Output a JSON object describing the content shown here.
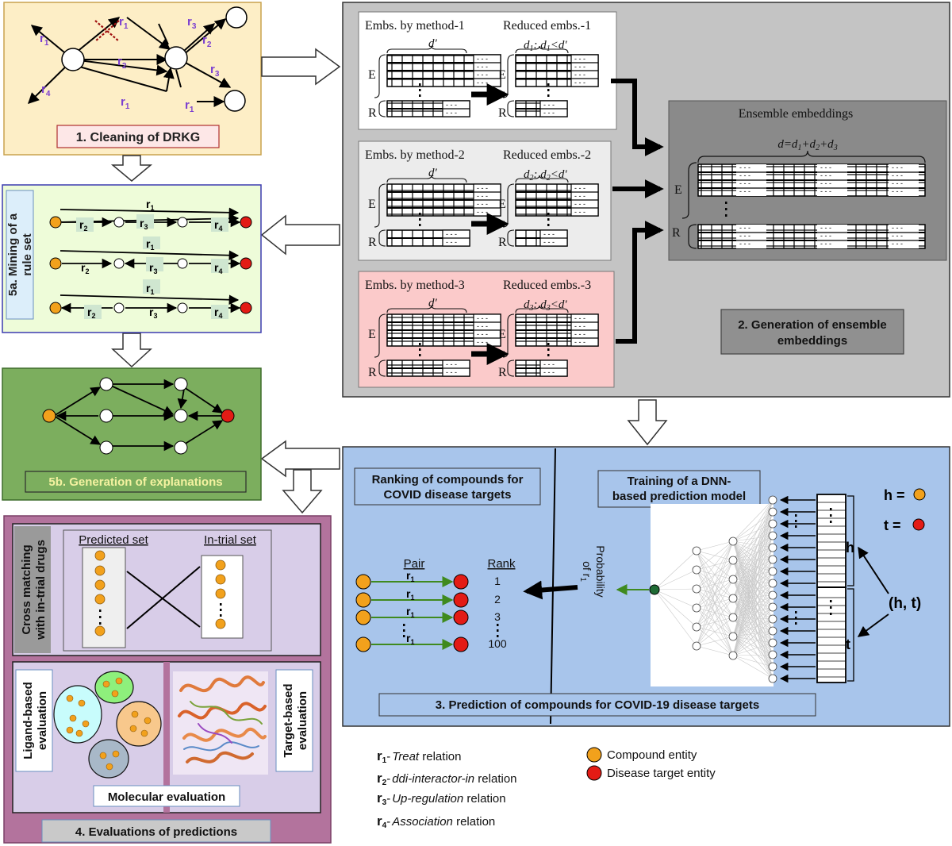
{
  "colors": {
    "clean_bg": "#fdeec6",
    "mining_bg": "#eefcd9",
    "expl_bg": "#7cae5e",
    "eval_outer_bg": "#b3739d",
    "eval_inner_bg": "#d8cde8",
    "ensemble_panel_bg": "#c4c4c4",
    "ensemble_box_bg": "#8a8a8a",
    "pred_bg": "#a8c5eb",
    "method3_bg": "#fbcaca",
    "compound": "#f2a11c",
    "disease": "#e31b15",
    "relation": "#7b3fd0",
    "green_arrow": "#3f8a1e"
  },
  "panel1": {
    "title": "1. Cleaning of DRKG"
  },
  "panel5a": {
    "title": "5a. Mining of a rule set",
    "title_line1": "5a. Mining of a",
    "title_line2": "rule set"
  },
  "panel5b": {
    "title": "5b. Generation of explanations"
  },
  "panel2": {
    "title_line1": "2. Generation of ensemble",
    "title_line2": "embeddings",
    "methods": [
      {
        "left": "Embs. by method-1",
        "right": "Reduced embs.-1",
        "dim": "d′",
        "reduced": "d",
        "sub": "1",
        "mid": ": d",
        "cond": "<d′"
      },
      {
        "left": "Embs. by method-2",
        "right": "Reduced embs.-2",
        "dim": "d′",
        "reduced": "d",
        "sub": "2",
        "mid": ": d",
        "cond": "<d′"
      },
      {
        "left": "Embs. by method-3",
        "right": "Reduced embs.-3",
        "dim": "d′",
        "reduced": "d",
        "sub": "3",
        "mid": ": d",
        "cond": "<d′"
      }
    ],
    "ensemble_title": "Ensemble embeddings",
    "ensemble_formula": "d=d",
    "ensemble_plus": "+d",
    "ensemble_subs": [
      "1",
      "2",
      "3"
    ],
    "E": "E",
    "R": "R",
    "dashes": "- - -"
  },
  "panel3": {
    "title": "3. Prediction of compounds for COVID-19 disease targets",
    "ranking_line1": "Ranking of compounds for",
    "ranking_line2": "COVID disease targets",
    "training_line1": "Training of a DNN-",
    "training_line2": "based prediction model",
    "pair_header": "Pair",
    "rank_header": "Rank",
    "ranks": [
      "1",
      "2",
      "3",
      "100"
    ],
    "probability": "Probability",
    "prob_of": "of r",
    "prob_sub": "1",
    "h_eq": "h =",
    "t_eq": "t =",
    "h": "h",
    "t": "t",
    "ht": "(h, t)"
  },
  "panel4": {
    "title": "4. Evaluations of predictions",
    "cross_line1": "Cross matching",
    "cross_line2": "with in-trial drugs",
    "predicted_set": "Predicted set",
    "in_trial_set": "In-trial set",
    "ligand_line1": "Ligand-based",
    "ligand_line2": "evaluation",
    "target_line1": "Target-based",
    "target_line2": "evaluation",
    "molecular": "Molecular evaluation"
  },
  "relations": {
    "r1": "r",
    "r2": "r",
    "r3": "r",
    "r4": "r",
    "subs": [
      "1",
      "2",
      "3",
      "4"
    ]
  },
  "legend": {
    "items": [
      {
        "sym": "r",
        "sub": "1",
        "name": "Treat",
        "suffix": " relation"
      },
      {
        "sym": "r",
        "sub": "2",
        "name": "ddi-interactor-in",
        "suffix": " relation"
      },
      {
        "sym": "r",
        "sub": "3",
        "name": "Up-regulation",
        "suffix": " relation"
      },
      {
        "sym": "r",
        "sub": "4",
        "name": "Association",
        "suffix": " relation"
      }
    ],
    "dash": "-",
    "compound": "Compound entity",
    "disease": "Disease target entity"
  }
}
